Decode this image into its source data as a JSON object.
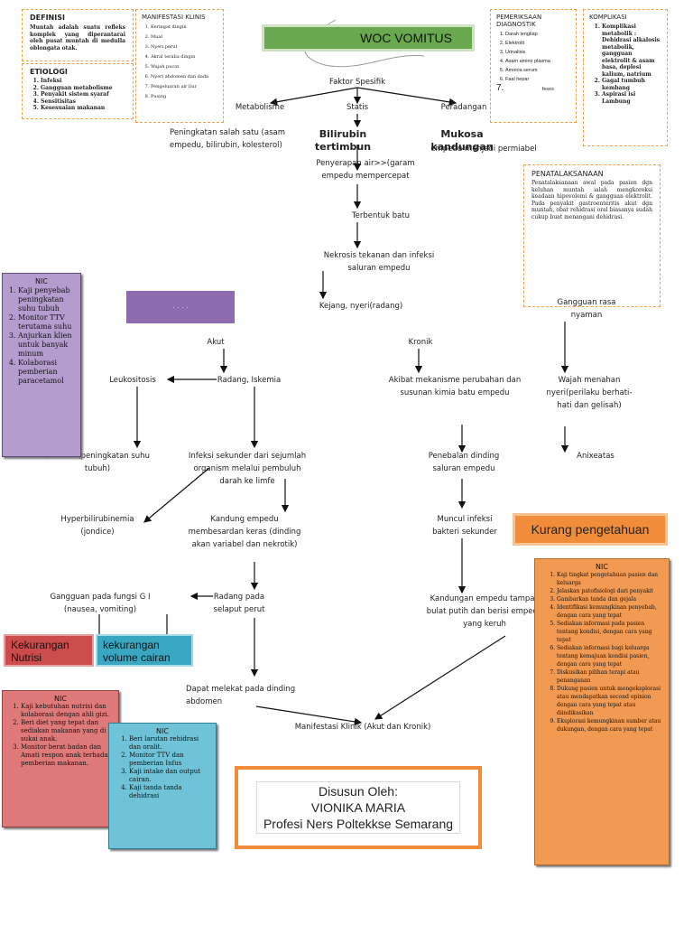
{
  "title": "WOC VOMITUS",
  "definisi": {
    "heading": "DEFINISI",
    "text": "Muntah adalah suatu refleks komplek yang diperantarai oleh pusat muntah di medulla oblongata otak."
  },
  "etiologi": {
    "heading": "ETIOLOGI",
    "items": [
      "Infeksi",
      "Gangguan metabolisme",
      "Penyakit sistem syaraf",
      "Sensitisitas",
      "Kesesuaian makanan"
    ]
  },
  "manifestasi": {
    "heading": "MANIFESTASI KLINIS",
    "items": [
      "Keringat dingin",
      "Mual",
      "Nyeri perut",
      "Akral teraba dingin",
      "Wajah pucat",
      "Nyeri abdomen dan dada",
      "Pengeluaran air liur",
      "Pusing"
    ]
  },
  "pemeriksaan": {
    "heading": "PEMERIKSAAN DIAGNOSTIK",
    "items": [
      "Darah lengkap",
      "Elektrolit",
      "Urinalisis",
      "Asam amino plasma",
      "Amonia serum",
      "Faal hepar"
    ],
    "item7_num": "7.",
    "item7_text": "feses"
  },
  "komplikasi": {
    "heading": "KOMPLIKASI",
    "items": [
      "Komplikasi metabolik : Dehidrasi alkalosis metabolik, gangguan elektrolit & asam basa, deplesi kalium, natrium",
      "Gagal tumbuh kembang",
      "Aspirasi isi Lambung"
    ]
  },
  "penatalaksanaan": {
    "heading": "PENATALAKSANAAN",
    "text": "Penatalaksanaan awal pada pasien dgn keluhan muntah ialah mengkoreksi keadaan hipovolemi & gangguan elektrolit. Pada penyakit gastroenteritis akut dgn muntah, obat rehidrasi oral biasanya sudah cukup buat menangani dehidrasi."
  },
  "flow": {
    "faktor": "Faktor Spesifik",
    "metabolisme": "Metabolisme",
    "statis": "Statis",
    "peradangan": "Peradangan",
    "peningkatan": "Peningkatan salah satu (asam empedu, bilirubin, kolesterol)",
    "bilirubin": "Bilirubin tertimbun",
    "mukosa": "Mukosa kandungan",
    "mukosa_sub": "empedu menjadi permiabel",
    "penyerapan": "Penyerapan air>>(garam empedu mempercepat",
    "terbentuk": "Terbentuk batu",
    "nekrosis": "Nekrosis tekanan dan infeksi saluran empedu",
    "kejang": "Kejang, nyeri(radang)",
    "gangguan_rasa": "Gangguan rasa nyaman",
    "akut": "Akut",
    "kronik": "Kronik",
    "leukositosis": "Leukositosis",
    "radang_iskemia": "Radang, Iskemia",
    "akibat": "Akibat mekanisme perubahan dan susunan kimia batu empedu",
    "wajah": "Wajah menahan nyeri(perilaku berhati-hati dan gelisah)",
    "demam": "Demam (peningkatan suhu tubuh)",
    "infeksi_sekunder": "Infeksi sekunder dari sejumlah organism melalui pembuluh darah ke limfe",
    "penebalan": "Penebalan dinding saluran empedu",
    "anixeatas": "Anixeatas",
    "hiperbilirubinemia": "Hyperbilirubinemia (jondice)",
    "kandung": "Kandung empedu membesardan keras (dinding akan variabel dan nekrotik)",
    "muncul": "Muncul infeksi bakteri sekunder",
    "gangguan_gi": "Gangguan pada fungsi G I (nausea, vomiting)",
    "radang_selaput": "Radang pada selaput perut",
    "kandungan_tampak": "Kandungan empedu tampak bulat putih dan berisi empedu yang keruh",
    "dapat_melekat": "Dapat melekat pada dinding abdomen",
    "manifestasi_klinik": "Manifestasi Klinik (Akut dan Kronik)"
  },
  "diagnoses": {
    "kurang_pengetahuan": "Kurang pengetahuan",
    "kekurangan_nutrisi": "Kekurangan Nutrisi",
    "kekurangan_cairan": "kekurangan volume cairan",
    "purple_label": "· ·   ·   ·"
  },
  "nic_left": {
    "heading": "NIC",
    "items": [
      "Kaji penyebab peningkatan suhu tubuh",
      "Monitor TTV terutama suhu",
      "Anjurkan klien untuk banyak minum",
      "Kolaborasi pemberian paracetamol"
    ]
  },
  "nic_red": {
    "heading": "NIC",
    "items": [
      "Kaji kebutuhan nutrisi dan kolaborasi dengan ahli gizi.",
      "Beri diet yang tepat dan sediakan makanan yang di sukai anak.",
      "Monitor berat badan dan Amati respon anak terhadap pemberian makanan."
    ]
  },
  "nic_blue": {
    "heading": "NIC",
    "items": [
      "Beri larutan rehidrasi dan oralit.",
      "Monitor TTV dan pemberian Infus",
      "Kaji intake dan output cairan.",
      "Kaji tanda tanda dehidrasi"
    ]
  },
  "nic_orange": {
    "heading": "NIC",
    "items": [
      "Kaji tingkat pengetahuan pasien dan keluarga",
      "Jelaskan patofisiologi dari penyakit",
      "Gambarkan tanda dan gejala",
      "Identifikasi kemungkinan penyebab, dengan cara yang tepat",
      "Sediakan informasi pada pasien tentang kondisi, dengan cara yang tepat",
      "Sediakan informasi bagi keluarga tentang kemajuan kondisi pasien, dengan cara yang tepat",
      "Diskusikan pilihan terapi atau penanganan",
      "Dukung pasien untuk mengeksplorasi atau mendapatkan second opinion dengan cara yang tepat atau diindikasikan",
      "Eksplorasi kemungkinan sumber atau dukungan, dengan cara yang tepat"
    ]
  },
  "credit": {
    "line1": "Disusun Oleh:",
    "line2": "VIONIKA MARIA",
    "line3": "Profesi Ners Poltekkse Semarang"
  },
  "colors": {
    "title_bg": "#6aa84f",
    "orange": "#f08c3a",
    "purple": "#8e6bb0",
    "red": "#cc4b4b",
    "teal": "#3aa7c2",
    "dash": "#f0a04b"
  }
}
